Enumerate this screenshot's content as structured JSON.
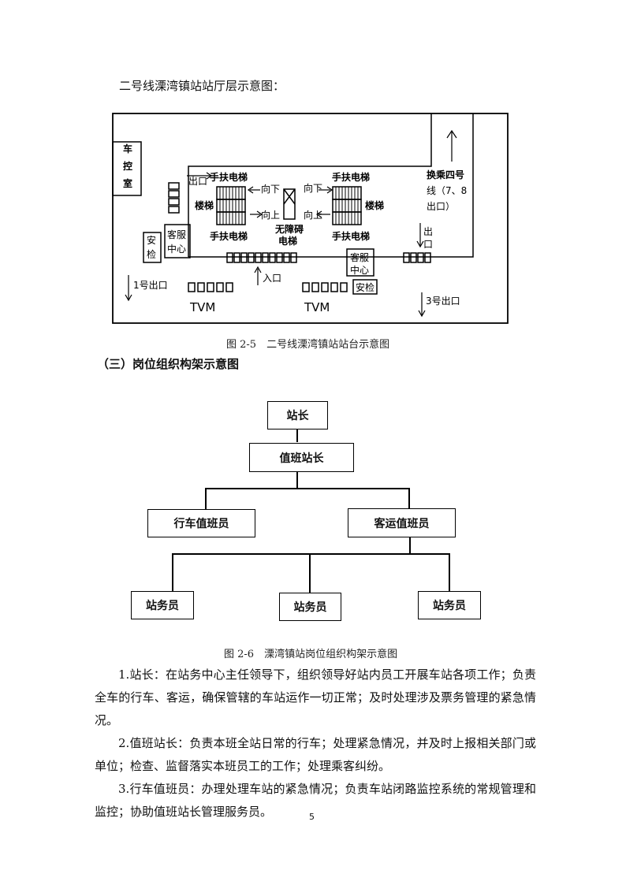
{
  "intro": "二号线溧湾镇站站厅层示意图：",
  "floor_plan": {
    "labels": {
      "control_room": "车\n控\n室",
      "exit_left": "出口",
      "escalator_tl": "手扶电梯",
      "escalator_bl": "手扶电梯",
      "escalator_tr": "手扶电梯",
      "escalator_br": "手扶电梯",
      "stairs_left": "楼梯",
      "stairs_right": "楼梯",
      "down_left": "向下",
      "up_left": "向上",
      "down_right": "向下",
      "up_right": "向上",
      "elevator_line1": "无障碍",
      "elevator_line2": "电梯",
      "transfer_line1": "换乘四号",
      "transfer_line2": "线（7、8",
      "transfer_line3": "出口）",
      "exit_right_line1": "出",
      "exit_right_line2": "口",
      "service_left_line1": "客服",
      "service_left_line2": "中心",
      "service_right_line1": "客服",
      "service_right_line2": "中心",
      "security_left_line1": "安",
      "security_left_line2": "检",
      "security_right": "安检",
      "entrance": "入口",
      "exit_1": "1号出口",
      "exit_3": "3号出口",
      "tvm_left": "TVM",
      "tvm_right": "TVM"
    }
  },
  "fig1_caption": "图 2-5　二号线溧湾镇站站台示意图",
  "section_title": "（三）岗位组织构架示意图",
  "org_chart": {
    "root": "站长",
    "level2": "值班站长",
    "level3_left": "行车值班员",
    "level3_right": "客运值班员",
    "level4": [
      "站务员",
      "站务员",
      "站务员"
    ]
  },
  "fig2_caption": "图 2-6　溧湾镇站岗位组织构架示意图",
  "paragraphs": [
    "1.站长：在站务中心主任领导下，组织领导好站内员工开展车站各项工作；负责全车的行车、客运，确保管辖的车站运作一切正常；及时处理涉及票务管理的紧急情况。",
    "2.值班站长：负责本班全站日常的行车；处理紧急情况，并及时上报相关部门或单位；检查、监督落实本班员工的工作；处理乘客纠纷。",
    "3.行车值班员：办理处理车站的紧急情况；负责车站闭路监控系统的常规管理和监控；协助值班站长管理服务员。"
  ],
  "page_number": "5"
}
